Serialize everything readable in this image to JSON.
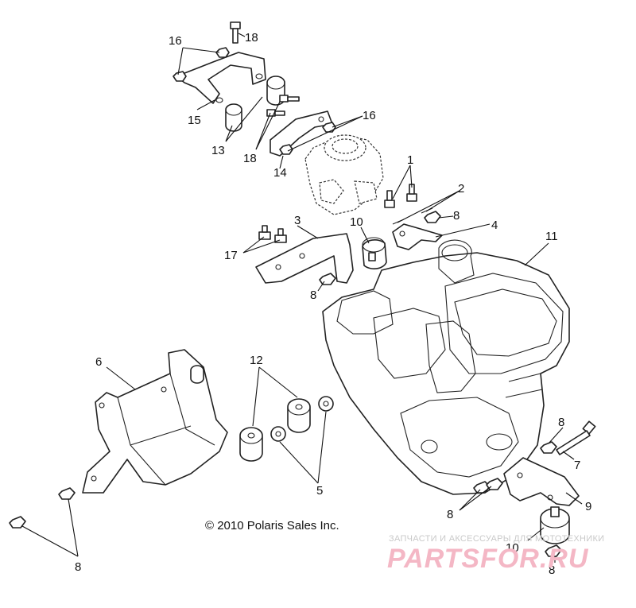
{
  "callouts": [
    "1",
    "2",
    "3",
    "4",
    "5",
    "6",
    "7",
    "8",
    "9",
    "10",
    "11",
    "12",
    "13",
    "14",
    "15",
    "16",
    "17",
    "18"
  ],
  "copyright": "© 2010 Polaris Sales Inc.",
  "watermark": {
    "tagline": "ЗАПЧАСТИ И АКСЕССУАРЫ ДЛЯ МОТОТЕХНИКИ",
    "site": "PARTSFOR.RU"
  }
}
